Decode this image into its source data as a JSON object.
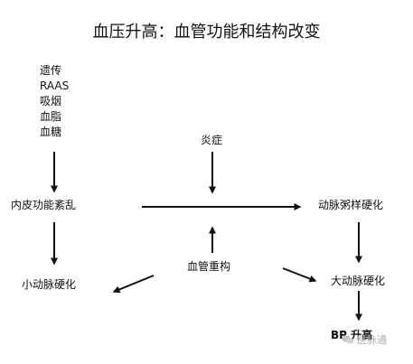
{
  "title": "血压升高：血管功能和结构改变",
  "risk_factors": [
    "遗传",
    "RAAS",
    "吸烟",
    "血脂",
    "血糖"
  ],
  "nodes": {
    "inflammation": "炎症",
    "endothelial_dysfunction": "内皮功能紊乱",
    "atherosclerosis": "动脉粥样硬化",
    "vascular_remodeling": "血管重构",
    "small_artery_sclerosis": "小动脉硬化",
    "large_artery_sclerosis": "大动脉硬化",
    "bp_rise_abbr": "BP",
    "bp_rise_text": "升高"
  },
  "watermark": "医脉通"
}
